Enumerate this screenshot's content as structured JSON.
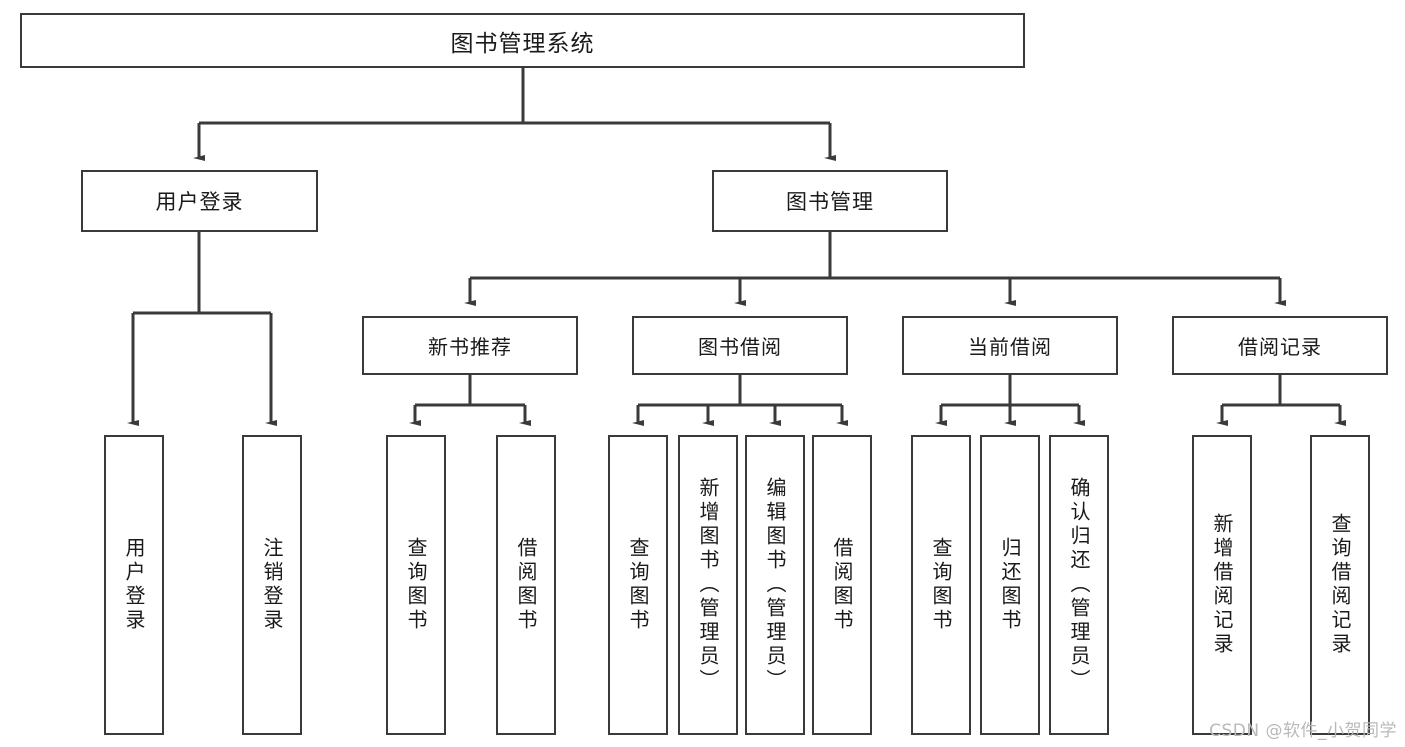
{
  "diagram": {
    "title": "图书管理系统",
    "type": "tree-hierarchy",
    "watermark": "CSDN @软件_小贺同学",
    "colors": {
      "stroke": "#3a3a3a",
      "fill": "#ffffff",
      "text": "#1a1a1a",
      "watermark": "#b9b9b9"
    },
    "root": {
      "label": "图书管理系统"
    },
    "level2": [
      {
        "label": "用户登录"
      },
      {
        "label": "图书管理"
      }
    ],
    "level3": [
      {
        "label": "新书推荐"
      },
      {
        "label": "图书借阅"
      },
      {
        "label": "当前借阅"
      },
      {
        "label": "借阅记录"
      }
    ],
    "leaves": {
      "user_login": [
        {
          "label": "用户登录"
        },
        {
          "label": "注销登录"
        }
      ],
      "new_book_recommend": [
        {
          "label": "查询图书"
        },
        {
          "label": "借阅图书"
        }
      ],
      "book_borrow": [
        {
          "label": "查询图书"
        },
        {
          "label": "新增图书（管理员）"
        },
        {
          "label": "编辑图书（管理员）"
        },
        {
          "label": "借阅图书"
        }
      ],
      "current_borrow": [
        {
          "label": "查询图书"
        },
        {
          "label": "归还图书"
        },
        {
          "label": "确认归还（管理员）"
        }
      ],
      "borrow_record": [
        {
          "label": "新增借阅记录"
        },
        {
          "label": "查询借阅记录"
        }
      ]
    }
  }
}
